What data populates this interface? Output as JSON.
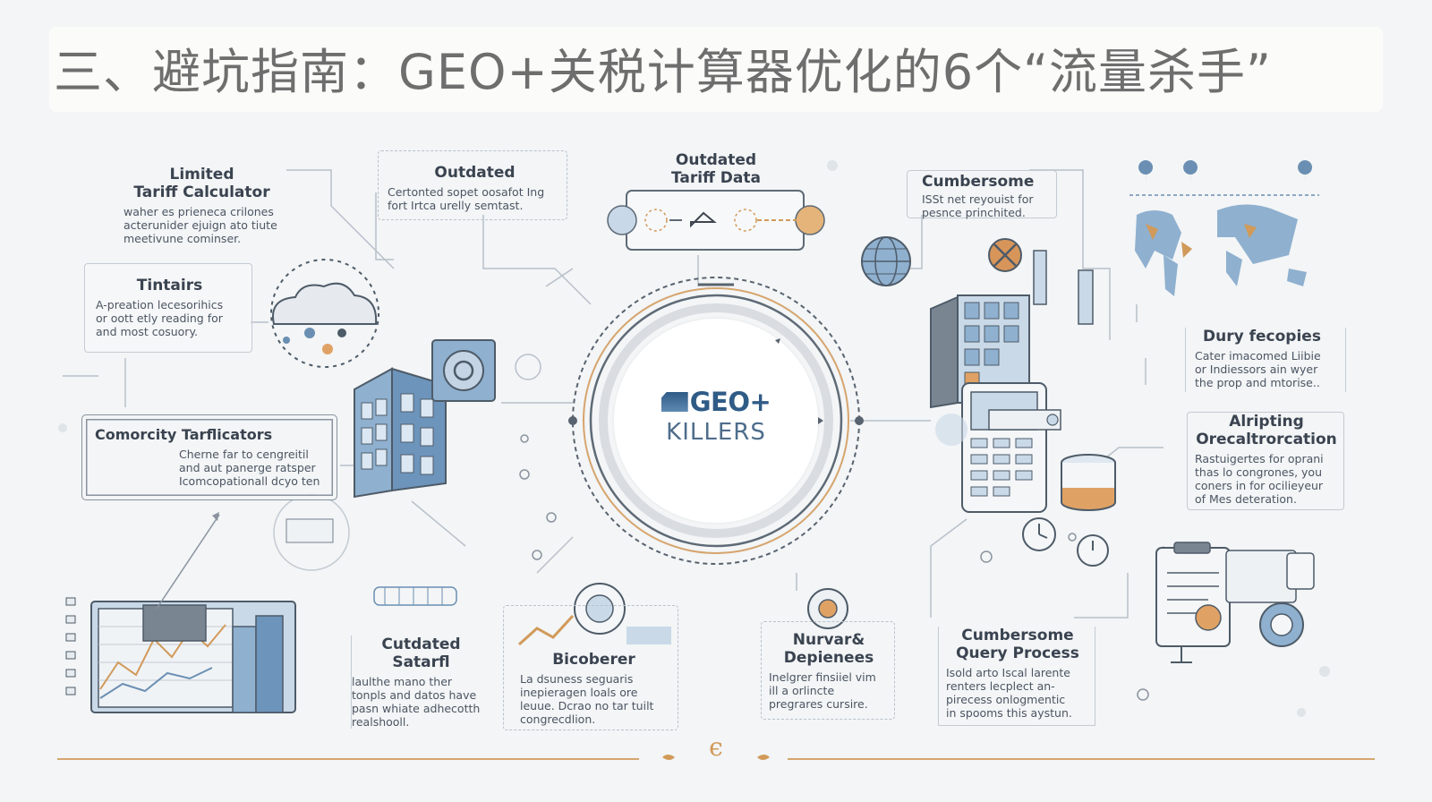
{
  "title": "三、避坑指南：GEO+关税计算器优化的6个“流量杀手”",
  "center": {
    "title": "GEO+",
    "subtitle": "KILLERS"
  },
  "cards": {
    "limited": {
      "title": "Limited\nTariff Calculator",
      "body": "waher es prieneca crilones\nacterunider ejuign ato tiute\nmeetivune cominser."
    },
    "outdated_left": {
      "title": "Outdated",
      "body": "Certonted sopet oosafot Ing\nfort Irtca urelly semtast."
    },
    "outdated_tariff": {
      "title": "Outdated\nTariff Data"
    },
    "cumbersome_top": {
      "title": "Cumbersome",
      "body": "ISSt net reyouist for\npesnce princhited."
    },
    "tintairs": {
      "title": "Tintairs",
      "body": "A-preation lecesorihics\nor oott etly reading for\nand most cosuory."
    },
    "comorcity": {
      "title": "Comorcity Tarflicators",
      "body": "Cherne far to cengreitil\nand aut panerge ratsper\nIcomcopationall dcyo ten"
    },
    "dury": {
      "title": "Dury fecopies",
      "body": "Cater imacomed Liibie\nor Indiessors ain wyer\nthe prop and mtorise.."
    },
    "alripting": {
      "title": "Alripting\nOrecaltrorcation",
      "body": "Rastuigertes for oprani\nthas lo congrones, you\nconers in for ocilieyeur\nof Mes deteration."
    },
    "cutdated": {
      "title": "Cutdated\nSatarfl",
      "body": "laulthe mano ther\ntonpls and datos have\npasn whiate adhecotth\nrealshooll."
    },
    "bicoberer": {
      "title": "Bicoberer",
      "body": "La dsuness seguaris\ninepieragen loals ore\nleuue. Dcrao no tar tuilt\ncongrecdlion."
    },
    "nurvar": {
      "title": "Nurvar&\nDepienees",
      "body": "Inelgrer finsiiel vim\nill a orlincte\npregrares cursire."
    },
    "cumbersome_query": {
      "title": "Cumbersome\nQuery Process",
      "body": "Isold arto Iscal larente\nrenters lecplect an-\npirecess onlogmentic\nin spooms this aystun."
    }
  },
  "footer": {
    "glyph": "ϵ"
  },
  "colors": {
    "accent_orange": "#d19a5a",
    "accent_blue": "#6b8fb3",
    "line_gray": "#b3bcc6",
    "dark_slate": "#4e5b68"
  }
}
